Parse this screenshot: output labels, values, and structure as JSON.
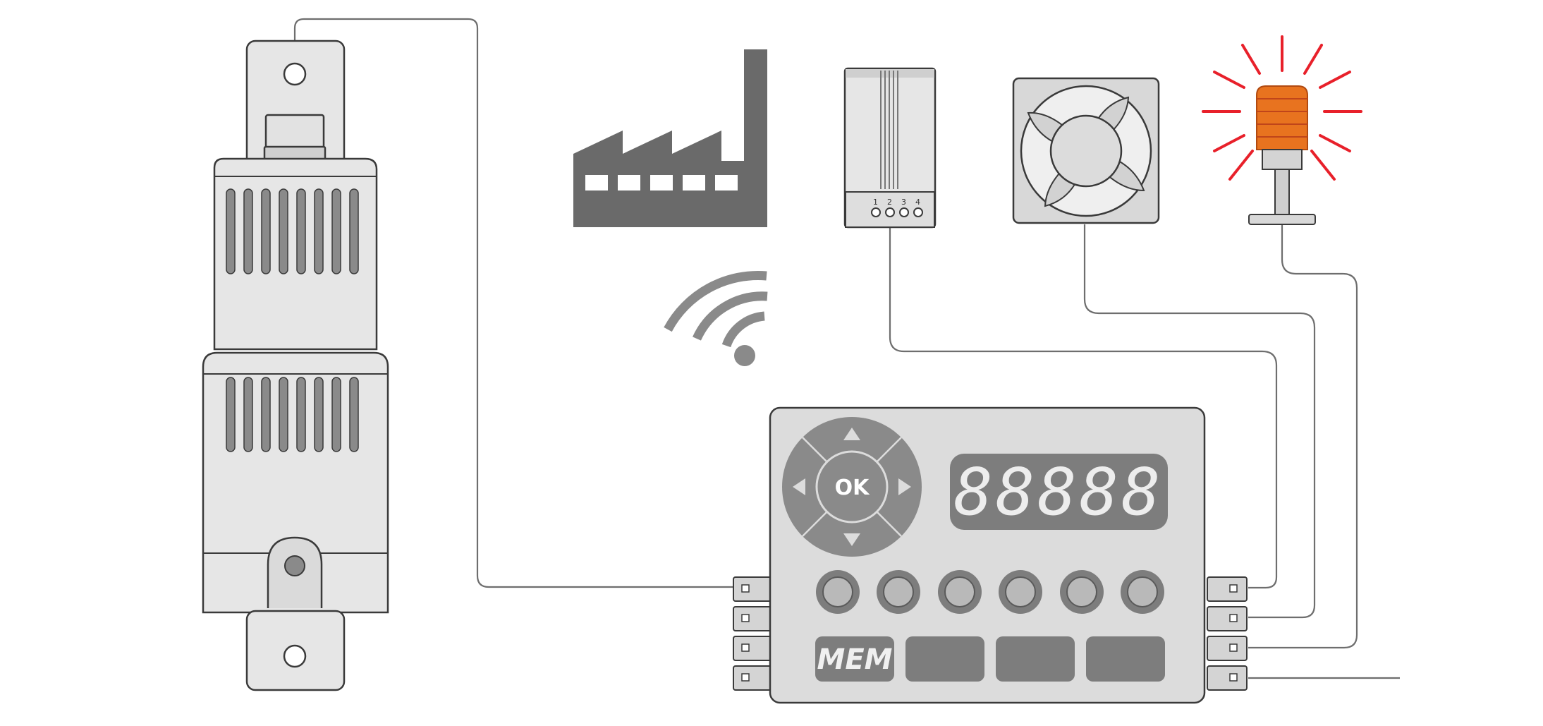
{
  "controller": {
    "ok_label": "OK",
    "mem_label": "MEM",
    "display_value": "88888"
  },
  "heater": {
    "terminal_labels": [
      "1",
      "2",
      "3",
      "4"
    ]
  },
  "colors": {
    "device_gray": "#e6e6e6",
    "panel_gray": "#dcdcdc",
    "dark_gray": "#7d7d7d",
    "factory_gray": "#6a6a6a",
    "wire_gray": "#6e6e6e",
    "beacon_red": "#e8202a",
    "beacon_orange": "#e8731f"
  },
  "icons": [
    "sensor-device",
    "factory-icon",
    "wifi-icon",
    "heater-icon",
    "fan-icon",
    "warning-beacon-icon",
    "controller-unit"
  ]
}
